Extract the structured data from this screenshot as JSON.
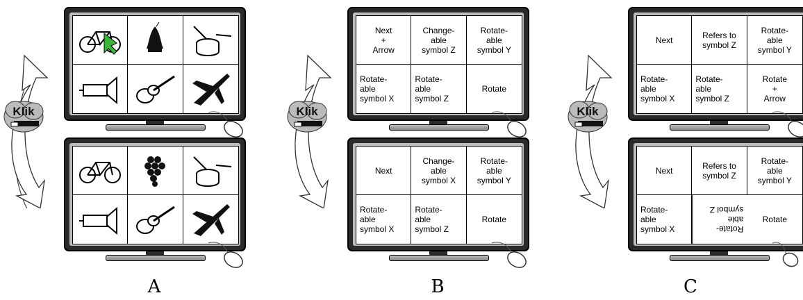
{
  "panels": [
    {
      "label": "A",
      "klik": "Klik",
      "top_screen": [
        "bicycle-icon",
        "bell-icon",
        "drum-icon",
        "trumpet-icon",
        "guitar-icon",
        "airplane-icon"
      ],
      "bottom_screen": [
        "bicycle-icon",
        "grapes-icon",
        "drum-icon",
        "trumpet-icon",
        "guitar-icon",
        "airplane-icon"
      ]
    },
    {
      "label": "B",
      "klik": "Klik",
      "top_screen": [
        "Next\n+\nArrow",
        "Change-\nable\nsymbol Z",
        "Rotate-\nable\nsymbol Y",
        "Rotate-\nable\nsymbol X",
        "Rotate-\nable\nsymbol Z",
        "Rotate"
      ],
      "bottom_screen": [
        "Next",
        "Change-\nable\nsymbol X",
        "Rotate-\nable\nsymbol Y",
        "Rotate-\nable\nsymbol X",
        "Rotate-\nable\nsymbol Z",
        "Rotate"
      ]
    },
    {
      "label": "C",
      "klik": "Klik",
      "top_screen": [
        "Next",
        "Refers to\nsymbol Z",
        "Rotate-\nable\nsymbol Y",
        "Rotate-\nable\nsymbol X",
        "Rotate-\nable\nsymbol Z",
        "Rotate\n+\nArrow"
      ],
      "bottom_screen": [
        "Next",
        "Refers to\nsymbol Z",
        "Rotate-\nable\nsymbol Y",
        "Rotate-\nable\nsymbol X",
        "Rotate-\nable\nsymbol Z",
        "Rotate"
      ]
    }
  ]
}
